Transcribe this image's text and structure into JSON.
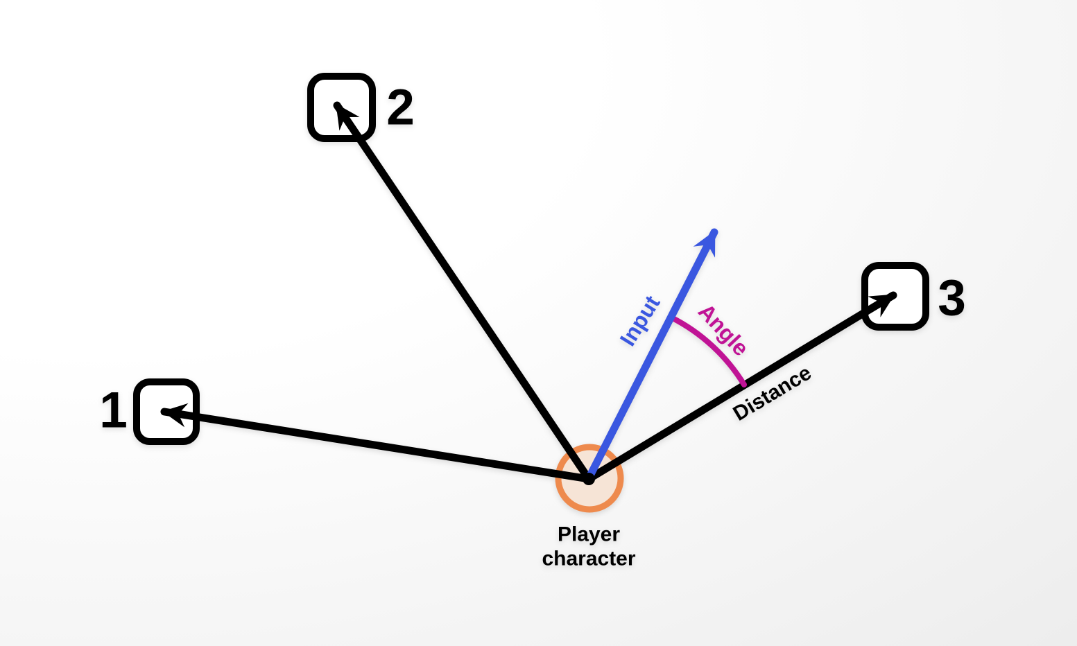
{
  "canvas": {
    "background_from": "#ffffff",
    "background_to": "#e5e5e5",
    "line_color": "#000000"
  },
  "player": {
    "label": "Player character",
    "ring_color": "#EE8A4D",
    "fill_color": "#F6E4D6"
  },
  "targets": [
    {
      "id": "1",
      "arrow_dir": "left"
    },
    {
      "id": "2",
      "arrow_dir": "up-left"
    },
    {
      "id": "3",
      "arrow_dir": "up-right"
    }
  ],
  "annotations": {
    "input": {
      "label": "Input",
      "color": "#3A57E0"
    },
    "angle": {
      "label": "Angle",
      "color": "#C01395"
    },
    "distance": {
      "label": "Distance",
      "color": "#000000"
    }
  }
}
